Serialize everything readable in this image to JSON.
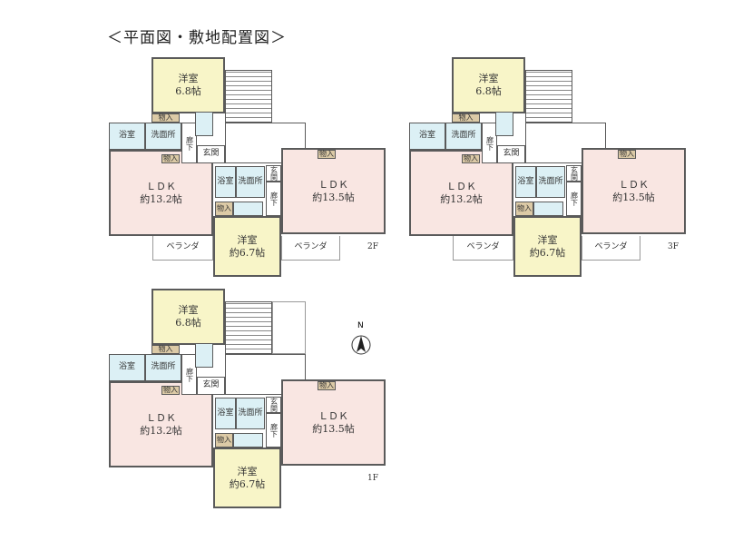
{
  "title": "＜平面図・敷地配置図＞",
  "north_label": "N",
  "floors": [
    {
      "id": "2f",
      "floor_label": "2F",
      "rooms": {
        "western_a_name": "洋室",
        "western_a_size": "6.8帖",
        "storage": "物入",
        "bath": "浴室",
        "washroom": "洗面所",
        "hallway": "廊下",
        "entrance": "玄関",
        "ldk_name": "ＬＤＫ",
        "ldk_a_size": "約13.2帖",
        "ldk_b_size": "約13.5帖",
        "western_b_name": "洋室",
        "western_b_size": "約6.7帖",
        "veranda": "ベランダ"
      }
    },
    {
      "id": "3f",
      "floor_label": "3F",
      "rooms": {
        "western_a_name": "洋室",
        "western_a_size": "6.8帖",
        "storage": "物入",
        "bath": "浴室",
        "washroom": "洗面所",
        "hallway": "廊下",
        "entrance": "玄関",
        "ldk_name": "ＬＤＫ",
        "ldk_a_size": "約13.2帖",
        "ldk_b_size": "約13.5帖",
        "western_b_name": "洋室",
        "western_b_size": "約6.7帖",
        "veranda": "ベランダ"
      }
    },
    {
      "id": "1f",
      "floor_label": "1F",
      "rooms": {
        "western_a_name": "洋室",
        "western_a_size": "6.8帖",
        "storage": "物入",
        "bath": "浴室",
        "washroom": "洗面所",
        "hallway": "廊下",
        "entrance": "玄関",
        "ldk_name": "ＬＤＫ",
        "ldk_a_size": "約13.2帖",
        "ldk_b_size": "約13.5帖",
        "western_b_name": "洋室",
        "western_b_size": "約6.7帖"
      }
    }
  ]
}
